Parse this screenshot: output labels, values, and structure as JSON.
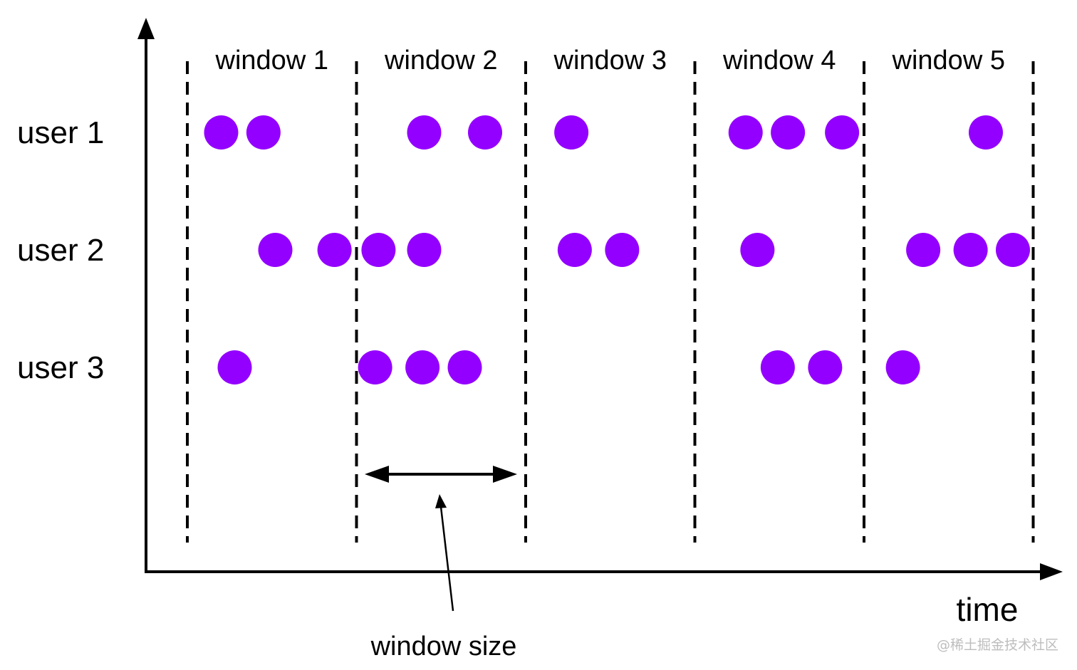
{
  "diagram": {
    "windows": [
      "window 1",
      "window 2",
      "window 3",
      "window 4",
      "window 5"
    ],
    "users": [
      {
        "label": "user 1",
        "events": [
          0.2,
          0.45,
          1.4,
          1.76,
          2.27,
          3.3,
          3.55,
          3.87,
          4.72
        ]
      },
      {
        "label": "user 2",
        "events": [
          0.52,
          0.87,
          1.13,
          1.4,
          2.29,
          2.57,
          3.37,
          4.35,
          4.63,
          4.88
        ]
      },
      {
        "label": "user 3",
        "events": [
          0.28,
          1.11,
          1.39,
          1.64,
          3.49,
          3.77,
          4.23
        ]
      }
    ],
    "x_axis_label": "time",
    "window_size_label": "window size",
    "dot_color": "#9400ff",
    "watermark": "@稀土掘金技术社区"
  }
}
